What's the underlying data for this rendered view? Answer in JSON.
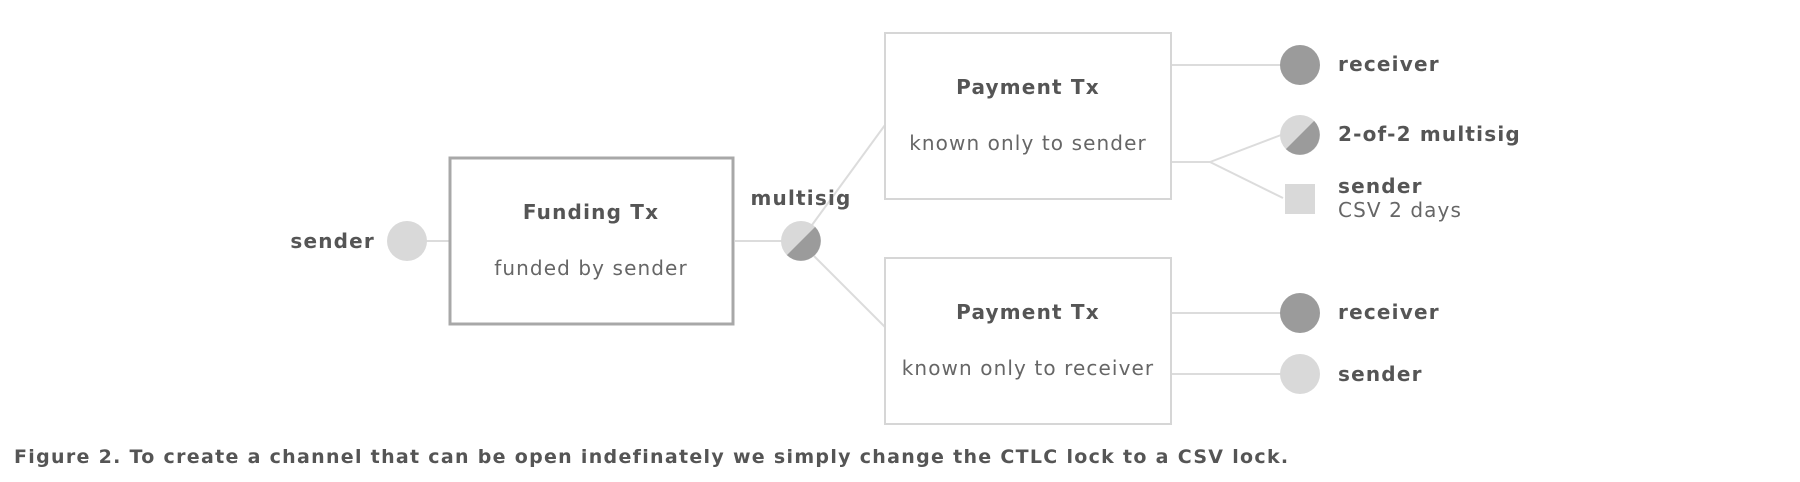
{
  "sender_input": {
    "label": "sender"
  },
  "funding_tx": {
    "title": "Funding Tx",
    "subtitle": "funded by sender"
  },
  "multisig_node": {
    "label": "multisig"
  },
  "payment_tx_sender": {
    "title": "Payment Tx",
    "subtitle": "known only to sender",
    "outputs": [
      {
        "label": "receiver"
      },
      {
        "label": "2-of-2 multisig"
      },
      {
        "label": "sender",
        "sublabel": "CSV 2 days"
      }
    ]
  },
  "payment_tx_receiver": {
    "title": "Payment Tx",
    "subtitle": "known only to receiver",
    "outputs": [
      {
        "label": "receiver"
      },
      {
        "label": "sender"
      }
    ]
  },
  "caption": "Figure 2. To create a channel that can be open indefinately we simply change the CTLC lock to a CSV lock.",
  "colors": {
    "light": "#d9d9d9",
    "dark": "#9b9b9b",
    "line": "#dcdcdc",
    "box_border": "#d6d6d6",
    "funding_border": "#a8a8a8"
  }
}
